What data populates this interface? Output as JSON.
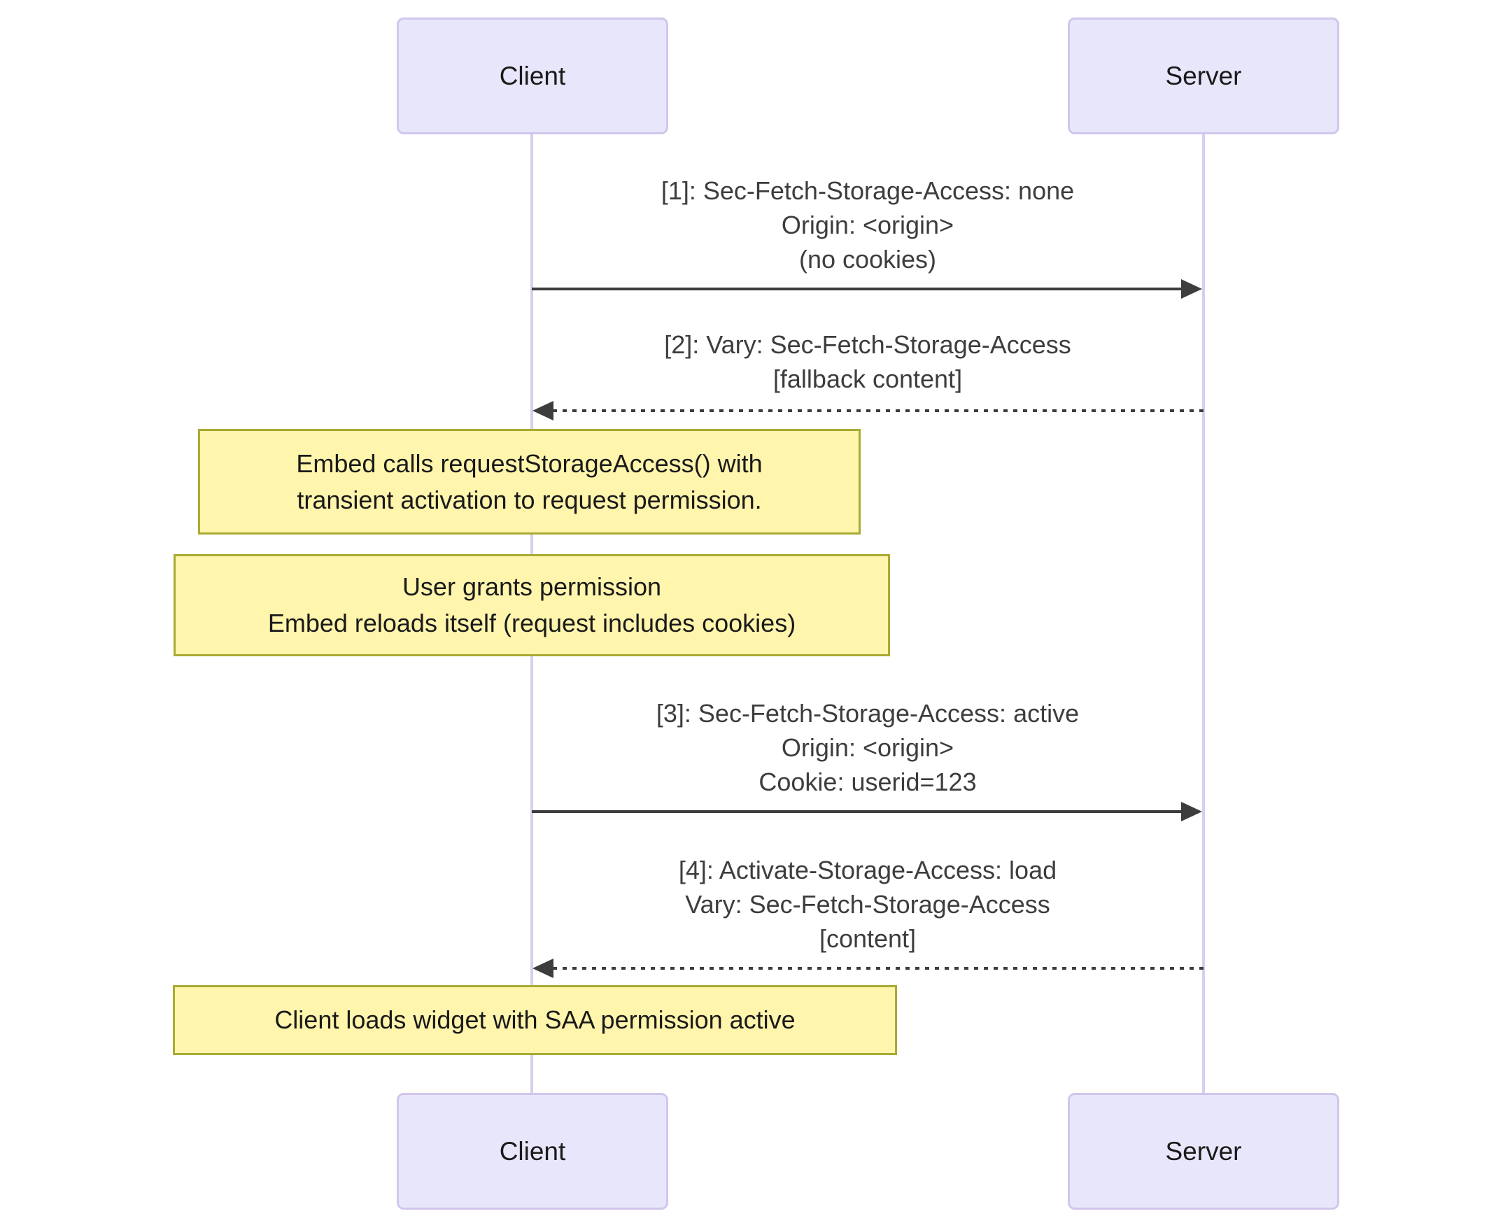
{
  "actors": {
    "client": {
      "label": "Client"
    },
    "server": {
      "label": "Server"
    }
  },
  "messages": [
    {
      "id": "1",
      "from": "client",
      "to": "server",
      "style": "solid",
      "lines": [
        "[1]: Sec-Fetch-Storage-Access: none",
        "Origin: <origin>",
        "(no cookies)"
      ]
    },
    {
      "id": "2",
      "from": "server",
      "to": "client",
      "style": "dashed",
      "lines": [
        "[2]: Vary: Sec-Fetch-Storage-Access",
        "[fallback content]"
      ]
    },
    {
      "id": "3",
      "from": "client",
      "to": "server",
      "style": "solid",
      "lines": [
        "[3]: Sec-Fetch-Storage-Access: active",
        "Origin: <origin>",
        "Cookie: userid=123"
      ]
    },
    {
      "id": "4",
      "from": "server",
      "to": "client",
      "style": "dashed",
      "lines": [
        "[4]: Activate-Storage-Access: load",
        "Vary: Sec-Fetch-Storage-Access",
        "[content]"
      ]
    }
  ],
  "notes": [
    {
      "over": "client",
      "lines": [
        "Embed calls requestStorageAccess() with",
        "transient activation to request permission."
      ]
    },
    {
      "over": "client",
      "lines": [
        "User grants permission",
        "Embed reloads itself (request includes cookies)"
      ]
    },
    {
      "over": "client",
      "lines": [
        "Client loads widget with SAA permission active"
      ]
    }
  ],
  "colors": {
    "actor_fill": "#E8E6FA",
    "actor_border": "#D2C6EC",
    "lifeline": "#D8CEF2",
    "note_fill": "#FFF5AD",
    "note_border": "#AAAA33",
    "arrow": "#3D3D3D",
    "message_text": "#3D3D3D",
    "actor_text": "#1A1A1A",
    "background": "#FFFFFF"
  }
}
